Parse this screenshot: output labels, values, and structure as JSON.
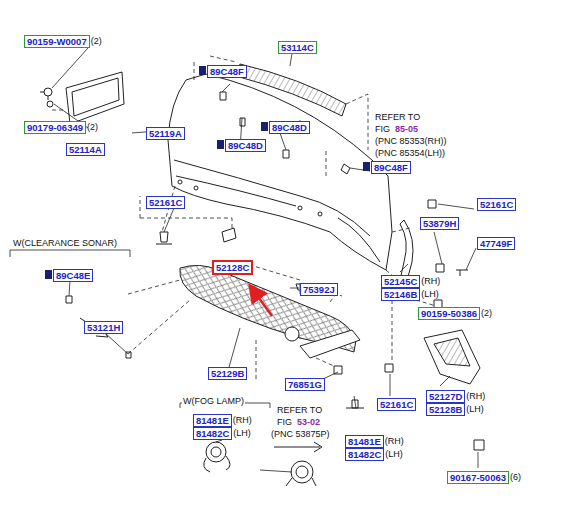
{
  "diagram": {
    "nodes": [
      {
        "text": [
          "90159-W0007",
          "(2)"
        ]
      },
      {
        "text": [
          "53114C"
        ]
      },
      {
        "text": [
          "89C48F"
        ]
      },
      {
        "text": [
          "90179-06349",
          "(2)"
        ]
      },
      {
        "text": [
          "52114A"
        ]
      },
      {
        "text": [
          "52119A"
        ]
      },
      {
        "text": [
          "89C48D"
        ]
      },
      {
        "text": [
          "89C48D"
        ]
      },
      {
        "text": [
          "89C48F"
        ]
      },
      {
        "text": [
          "52161C"
        ]
      },
      {
        "text": [
          "52161C"
        ]
      },
      {
        "text": [
          "53879H"
        ]
      },
      {
        "text": [
          "47749F"
        ]
      },
      {
        "text": [
          "89C48E"
        ]
      },
      {
        "text": [
          "52128C"
        ]
      },
      {
        "text": [
          "75392J"
        ]
      },
      {
        "text": [
          "52145C",
          "(RH)"
        ]
      },
      {
        "text": [
          "52146B",
          "(LH)"
        ]
      },
      {
        "text": [
          "53121H"
        ]
      },
      {
        "text": [
          "90159-50386",
          "(2)"
        ]
      },
      {
        "text": [
          "52129B"
        ]
      },
      {
        "text": [
          "76851G"
        ]
      },
      {
        "text": [
          "52161C"
        ]
      },
      {
        "text": [
          "52127D",
          "(RH)"
        ]
      },
      {
        "text": [
          "52128B",
          "(LH)"
        ]
      },
      {
        "text": [
          "81481E",
          "(RH)"
        ]
      },
      {
        "text": [
          "81482C",
          "(LH)"
        ]
      },
      {
        "text": [
          "81481E",
          "(RH)"
        ]
      },
      {
        "text": [
          "81482C",
          "(LH)"
        ]
      },
      {
        "text": [
          "90167-50063",
          "(6)"
        ]
      }
    ],
    "labels": [
      "REFER TO",
      "FIG",
      "85-05",
      "(PNC 85353(RH))",
      "(PNC 85354(LH))",
      "W(CLEARANCE SONAR)",
      "W(FOG LAMP)",
      "REFER TO",
      "FIG",
      "53-02",
      "(PNC 53875P)"
    ]
  }
}
